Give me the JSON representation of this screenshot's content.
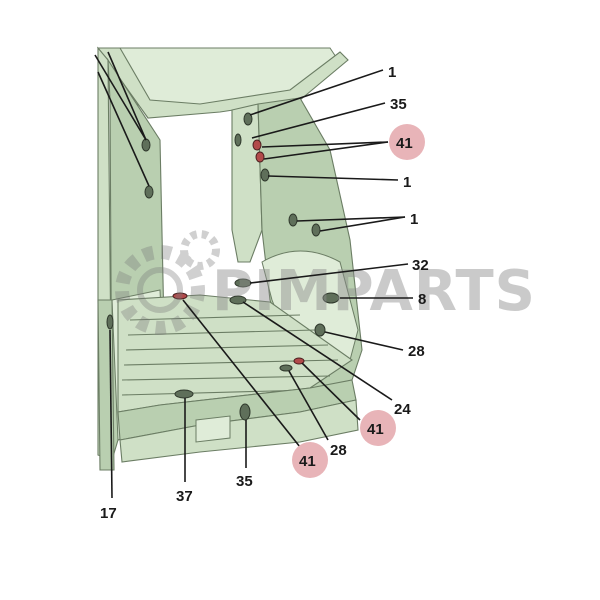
{
  "watermark": {
    "text": "PIMPARTS"
  },
  "callouts": [
    {
      "id": "c1a",
      "label": "1",
      "highlight": false
    },
    {
      "id": "c35a",
      "label": "35",
      "highlight": false
    },
    {
      "id": "c41a",
      "label": "41",
      "highlight": true
    },
    {
      "id": "c1b",
      "label": "1",
      "highlight": false
    },
    {
      "id": "c1c",
      "label": "1",
      "highlight": false
    },
    {
      "id": "c32",
      "label": "32",
      "highlight": false
    },
    {
      "id": "c8",
      "label": "8",
      "highlight": false
    },
    {
      "id": "c28a",
      "label": "28",
      "highlight": false
    },
    {
      "id": "c24",
      "label": "24",
      "highlight": false
    },
    {
      "id": "c41b",
      "label": "41",
      "highlight": true
    },
    {
      "id": "c28b",
      "label": "28",
      "highlight": false
    },
    {
      "id": "c41c",
      "label": "41",
      "highlight": true
    },
    {
      "id": "c35b",
      "label": "35",
      "highlight": false
    },
    {
      "id": "c37",
      "label": "37",
      "highlight": false
    },
    {
      "id": "c17",
      "label": "17",
      "highlight": false
    }
  ],
  "colors": {
    "body": "#cfe0c6",
    "highlight": "#e8b4b8",
    "plug": "#5f6f5a",
    "plug_red": "#b24a4a"
  }
}
